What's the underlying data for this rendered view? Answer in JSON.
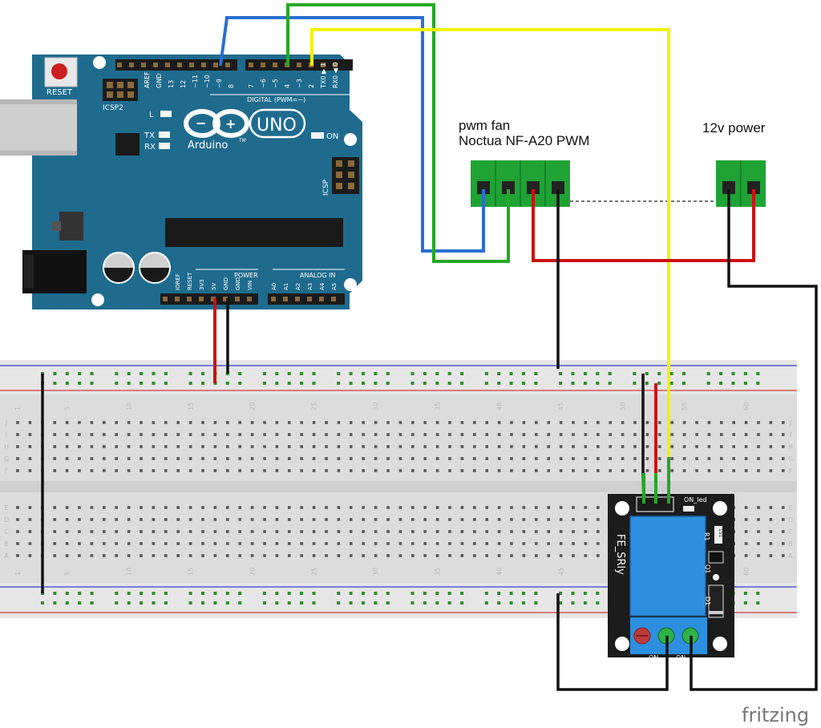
{
  "labels": {
    "fan_title_1": "pwm fan",
    "fan_title_2": "Noctua NF-A20 PWM",
    "power_title": "12v power",
    "watermark": "fritzing"
  },
  "arduino": {
    "reset": "RESET",
    "icsp2": "ICSP2",
    "icsp": "ICSP",
    "brand": "Arduino",
    "model": "UNO",
    "tm": "TM",
    "led_l": "L",
    "led_tx": "TX",
    "led_rx": "RX",
    "led_on": "ON",
    "digital_label": "DIGITAL (PWM=~)",
    "power_label": "POWER",
    "analog_label": "ANALOG IN",
    "digital_pins": [
      "AREF",
      "GND",
      "13",
      "12",
      "~11",
      "~10",
      "~9",
      "8",
      "7",
      "~6",
      "~5",
      "4",
      "~3",
      "2",
      "TX0 ▶ 1",
      "RX0 ◀ 0"
    ],
    "power_pins": [
      "IOREF",
      "RESET",
      "3V3",
      "5V",
      "GND",
      "GND",
      "VIN"
    ],
    "analog_pins": [
      "A0",
      "A1",
      "A2",
      "A3",
      "A4",
      "A5"
    ]
  },
  "breadboard": {
    "column_numbers": [
      "1",
      "5",
      "10",
      "15",
      "20",
      "25",
      "30",
      "35",
      "40",
      "45",
      "50",
      "55",
      "60"
    ],
    "rows_top": [
      "J",
      "I",
      "H",
      "G",
      "F"
    ],
    "rows_bottom": [
      "E",
      "D",
      "C",
      "B",
      "A"
    ]
  },
  "relay": {
    "name": "FE_SRly",
    "on_led": "ON_led",
    "r1": "R1",
    "r1_val": "151",
    "q1": "Q1",
    "d1": "D1",
    "term_on_1": "ON",
    "term_on_2": "ON"
  },
  "colors": {
    "board": "#1f6b8e",
    "wire_blue": "#2a6fd1",
    "wire_green": "#25a825",
    "wire_yellow": "#f2f200",
    "wire_red": "#cc1111",
    "wire_black": "#111111",
    "terminal_green": "#1fa335",
    "relay_blue": "#2d8fe0"
  },
  "icons": [
    "reset-button-icon",
    "usb-connector-icon",
    "dc-jack-icon",
    "capacitor-icon",
    "infinity-logo-icon"
  ]
}
